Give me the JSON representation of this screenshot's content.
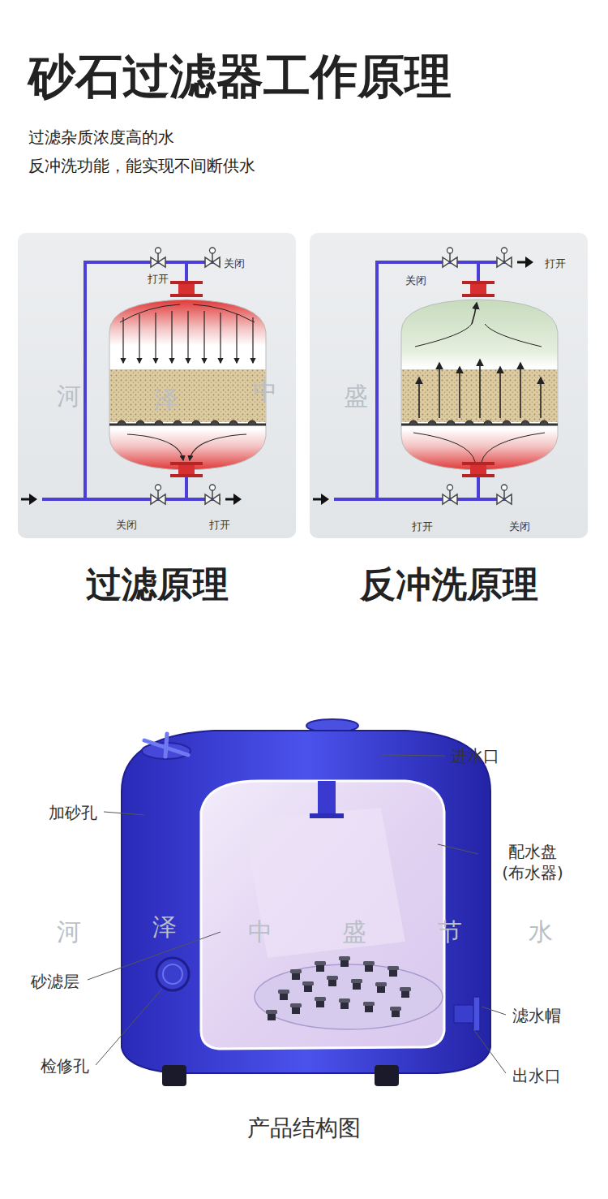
{
  "diagram": {
    "title": "砂石过滤器工作原理",
    "caption": "产品结构图",
    "nodes": [
      {
        "text": [
          "过滤原理"
        ]
      },
      {
        "text": [
          "反冲洗原理"
        ]
      }
    ],
    "labels": [
      "过滤杂质浓度高的水",
      "反冲洗功能，能实现不间断供水",
      "打开",
      "关闭",
      "关闭",
      "打开",
      "关闭",
      "打开",
      "打开",
      "关闭",
      "河",
      "泽",
      "中",
      "盛",
      "进水口",
      "加砂孔",
      "配水盘 (布水器)",
      "砂滤层",
      "滤水帽",
      "检修孔",
      "出水口",
      "河",
      "泽",
      "中",
      "盛",
      "节",
      "水"
    ]
  }
}
